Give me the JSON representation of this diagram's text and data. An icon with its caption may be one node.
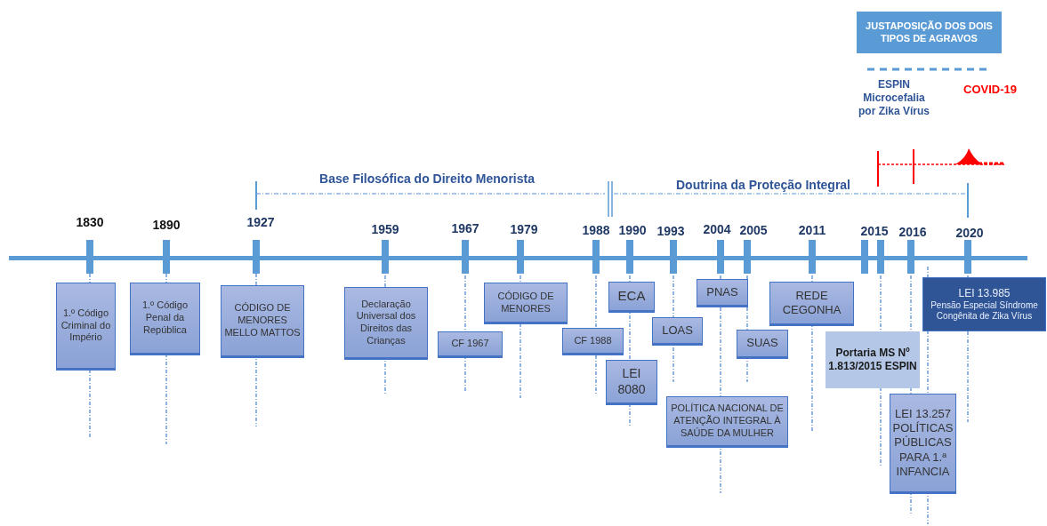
{
  "diagram": {
    "nodes": [
      {
        "text": [
          "1.º Código Criminal do Império"
        ]
      },
      {
        "text": [
          "1.º Código Penal da República"
        ]
      },
      {
        "text": [
          "CÓDIGO DE MENORES MELLO MATTOS"
        ]
      },
      {
        "text": [
          "Declaração Universal dos Direitos das Crianças"
        ]
      },
      {
        "text": [
          "CF 1967"
        ]
      },
      {
        "text": [
          "CÓDIGO DE MENORES"
        ]
      },
      {
        "text": [
          "CF 1988"
        ]
      },
      {
        "text": [
          "ECA"
        ]
      },
      {
        "text": [
          "LEI 8080"
        ]
      },
      {
        "text": [
          "LOAS"
        ]
      },
      {
        "text": [
          "PNAS"
        ]
      },
      {
        "text": [
          "SUAS"
        ]
      },
      {
        "text": [
          "REDE CEGONHA"
        ]
      },
      {
        "text": [
          "POLÍTICA NACIONAL DE ATENÇÃO INTEGRAL À SAÚDE DA MULHER"
        ]
      },
      {
        "text": [
          "Portaria MS Nº 1.813/2015 ESPIN"
        ]
      },
      {
        "text": [
          "LEI 13.257 POLÍTICAS PÚBLICAS PARA 1.ª INFANCIA"
        ]
      },
      {
        "text": [
          "LEI 13.985",
          "Pensão Especial Síndrome Congênita de Zika Vírus"
        ]
      },
      {
        "text": [
          "JUSTAPOSIÇÃO DOS DOIS TIPOS DE AGRAVOS"
        ]
      }
    ],
    "edges": [],
    "labels": [
      "ESPIN Microcefalia por Zika Vírus",
      "COVID-19",
      "Base Filosófica do Direito Menorista",
      "Doutrina da Proteção Integral",
      "1830",
      "1890",
      "1927",
      "1959",
      "1967",
      "1979",
      "1988",
      "1990",
      "1993",
      "2004",
      "2005",
      "2011",
      "2015",
      "2016",
      "2020"
    ]
  }
}
